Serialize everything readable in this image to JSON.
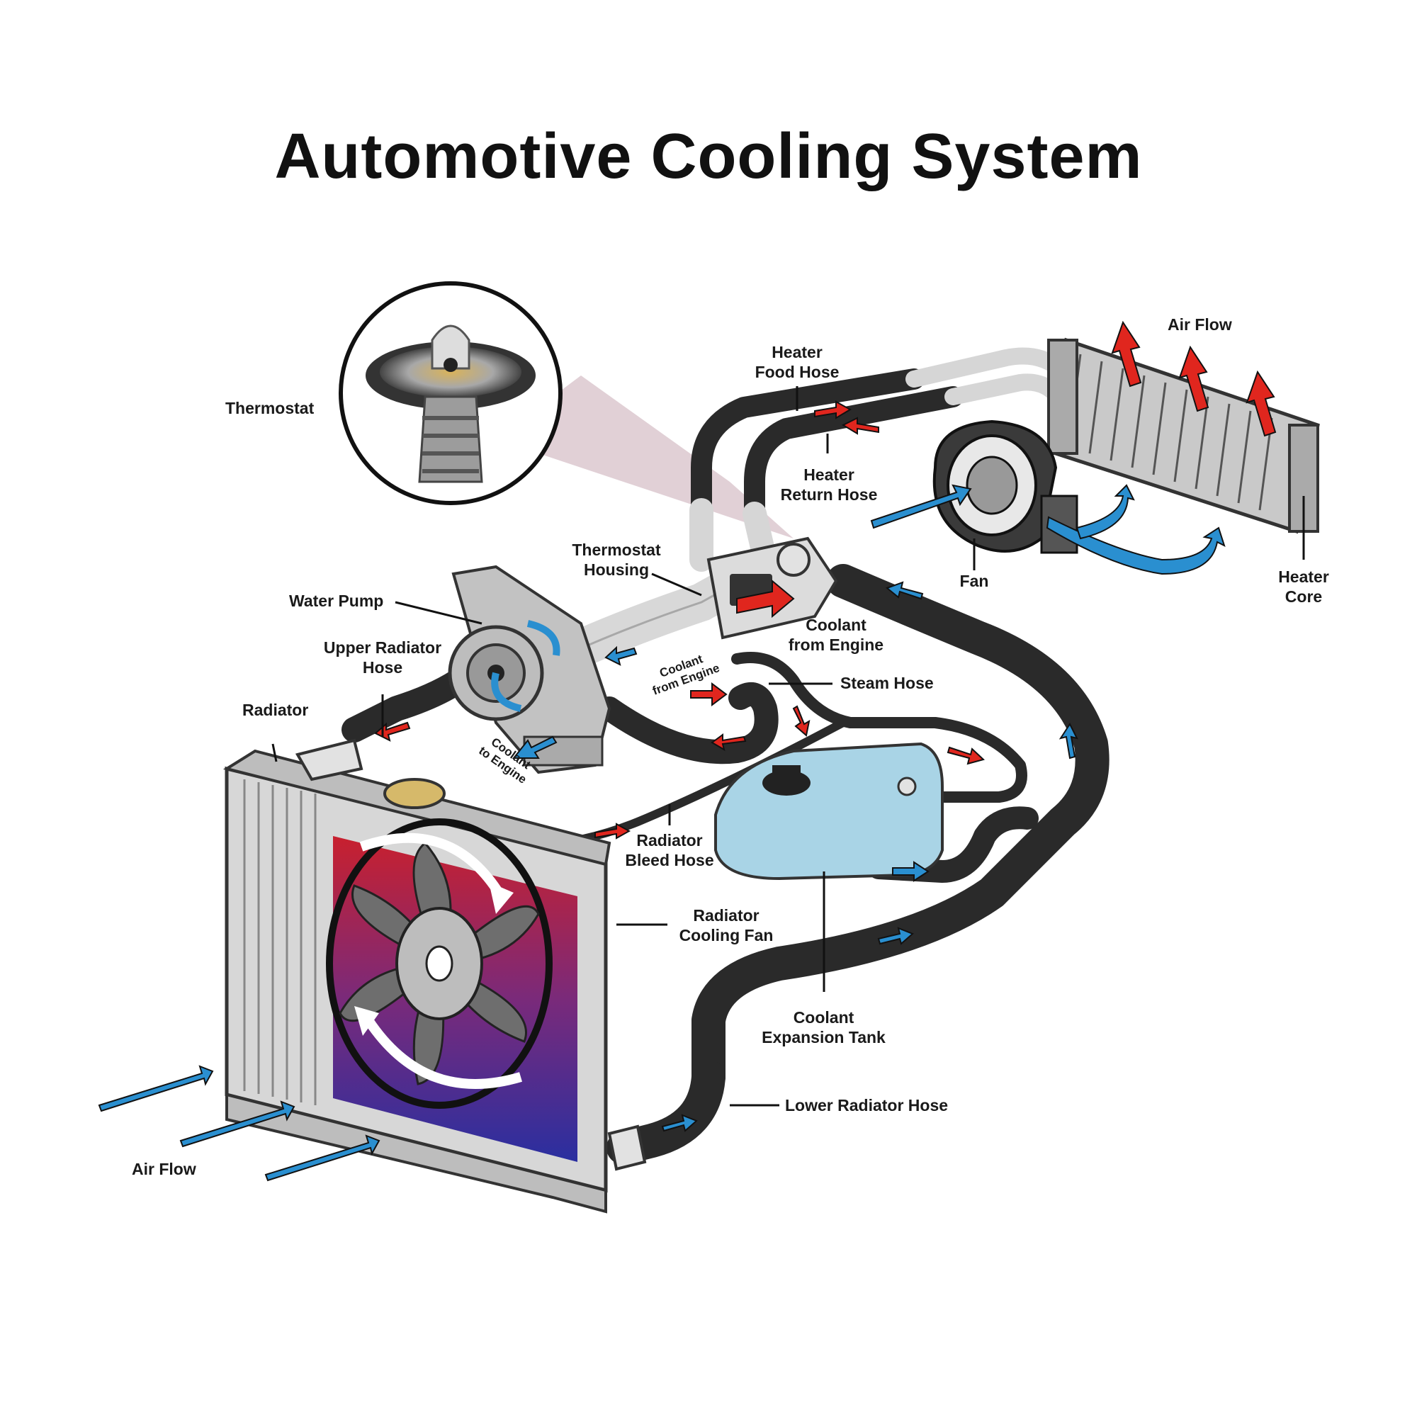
{
  "title": "Automotive Cooling System",
  "labels": {
    "thermostat": "Thermostat",
    "heater_food_hose": "Heater\nFood Hose",
    "heater_return_hose": "Heater\nReturn Hose",
    "air_flow_top": "Air Flow",
    "thermostat_housing": "Thermostat\nHousing",
    "water_pump": "Water Pump",
    "upper_radiator_hose": "Upper Radiator\nHose",
    "radiator": "Radiator",
    "coolant_from_engine_main": "Coolant\nfrom Engine",
    "coolant_from_engine_small": "Coolant\nfrom Engine",
    "coolant_to_engine_small": "Coolant\nto Engine",
    "steam_hose": "Steam Hose",
    "fan": "Fan",
    "heater_core": "Heater\nCore",
    "radiator_bleed_hose": "Radiator\nBleed Hose",
    "radiator_cooling_fan": "Radiator\nCooling Fan",
    "coolant_expansion_tank": "Coolant\nExpansion Tank",
    "lower_radiator_hose": "Lower Radiator Hose",
    "air_flow_bottom": "Air Flow"
  },
  "colors": {
    "hot_arrow": "#e0261e",
    "cold_arrow": "#2a8fd0",
    "hose": "#2a2a2a",
    "metal": "#c9c9c9",
    "radiator_hot": "#c8202e",
    "radiator_cold": "#2a2fa0",
    "tank": "#a9d4e6",
    "callout": "#c8a9b4"
  }
}
